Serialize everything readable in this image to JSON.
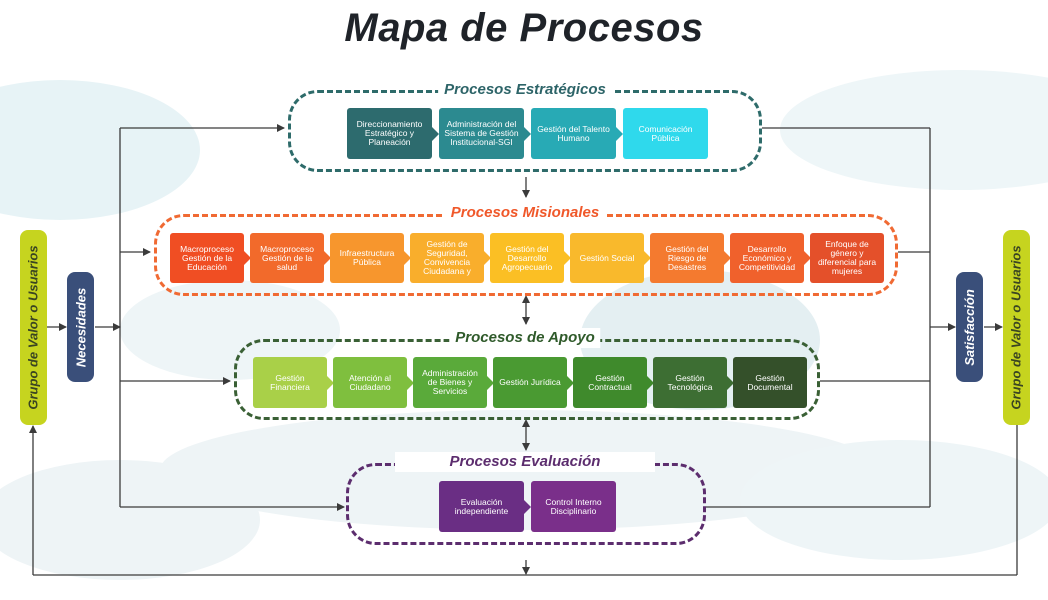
{
  "title": "Mapa de Procesos",
  "left": {
    "grupo": "Grupo de Valor o Usuarios",
    "necesidades": "Necesidades"
  },
  "right": {
    "satisfaccion": "Satisfacción",
    "grupo": "Grupo de Valor o Usuarios"
  },
  "colors": {
    "estrategicos_border": "#2e6b6a",
    "misionales_border": "#f06a33",
    "apoyo_border": "#3a6035",
    "evaluacion_border": "#5c2d6e",
    "yellow_green": "#c6d41f",
    "navy": "#3a4f7a",
    "label_estrategicos": "#2d6468",
    "label_misionales": "#f0582a",
    "label_apoyo": "#2f5a2a",
    "label_evaluacion": "#5c2d6e"
  },
  "groups": {
    "estrategicos": {
      "label": "Procesos Estratégicos",
      "items": [
        {
          "text": "Direccionamiento Estratégico y Planeación",
          "color": "#2d6b6e"
        },
        {
          "text": "Administración del Sistema de Gestión Institucional-SGI",
          "color": "#2c8a90"
        },
        {
          "text": "Gestión del Talento Humano",
          "color": "#28aab5"
        },
        {
          "text": "Comunicación Pública",
          "color": "#2fd9ec"
        }
      ]
    },
    "misionales": {
      "label": "Procesos Misionales",
      "items": [
        {
          "text": "Macroproceso Gestión de la Educación",
          "color": "#f04e23"
        },
        {
          "text": "Macroproceso Gestión de la salud",
          "color": "#f26a2b"
        },
        {
          "text": "Infraestructura Pública",
          "color": "#f7962d"
        },
        {
          "text": "Gestión de Seguridad, Convivencia Ciudadana y",
          "color": "#f9ae2c"
        },
        {
          "text": "Gestión del Desarrollo Agropecuario",
          "color": "#fbbf24"
        },
        {
          "text": "Gestión Social",
          "color": "#f9b92c"
        },
        {
          "text": "Gestión del Riesgo de Desastres",
          "color": "#f47a2f"
        },
        {
          "text": "Desarrollo Económico y Competitividad",
          "color": "#f0612c"
        },
        {
          "text": "Enfoque de género y diferencial para mujeres",
          "color": "#e4502a"
        }
      ]
    },
    "apoyo": {
      "label": "Procesos de Apoyo",
      "items": [
        {
          "text": "Gestión Financiera",
          "color": "#a9d048"
        },
        {
          "text": "Atención al Ciudadano",
          "color": "#7fbf3e"
        },
        {
          "text": "Administración de Bienes y Servicios",
          "color": "#5aaa3a"
        },
        {
          "text": "Gestión Jurídica",
          "color": "#4a9a32"
        },
        {
          "text": "Gestión Contractual",
          "color": "#3f8a2c"
        },
        {
          "text": "Gestión Tecnológica",
          "color": "#3d6e33"
        },
        {
          "text": "Gestión Documental",
          "color": "#34502a"
        }
      ]
    },
    "evaluacion": {
      "label": "Procesos Evaluación",
      "items": [
        {
          "text": "Evaluación independiente",
          "color": "#6a2e84"
        },
        {
          "text": "Control Interno Disciplinario",
          "color": "#7a2f8a"
        }
      ]
    }
  }
}
